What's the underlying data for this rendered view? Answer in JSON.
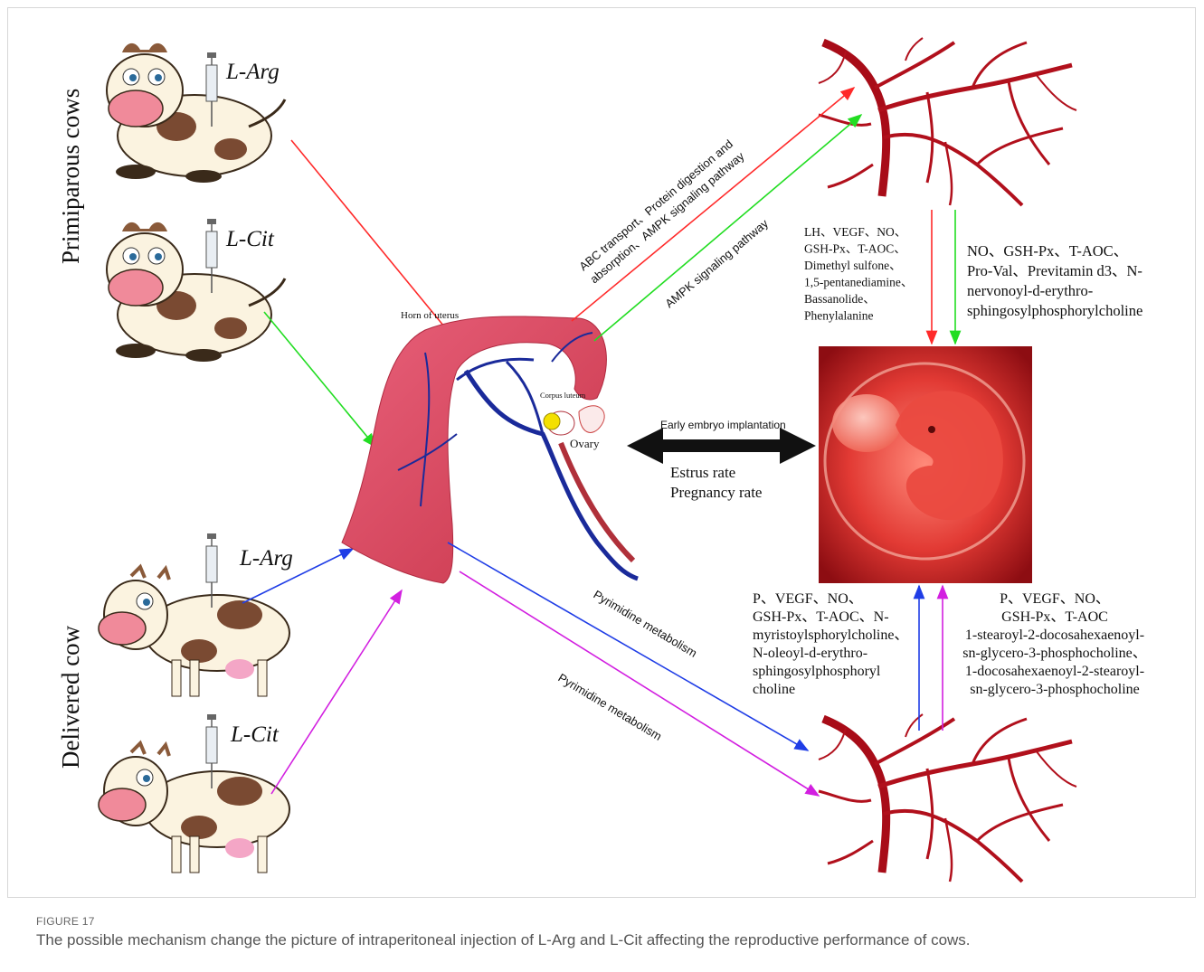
{
  "groups": {
    "primiparous": "Primiparous cows",
    "delivered": "Delivered cow"
  },
  "treatments": {
    "arg": "L-Arg",
    "cit": "L-Cit"
  },
  "uterus": {
    "horn_label": "Horn of uterus",
    "corpus_label": "Corpus luteum",
    "ovary_label": "Ovary"
  },
  "pathways": {
    "top_red_line1": "ABC transport、Protein digestion and",
    "top_red_line2": "absorption、AMPK signaling pathway",
    "top_green": "AMPK signaling pathway",
    "bottom_blue": "Pyrimidine metabolism",
    "bottom_magenta": "Pyrimidine metabolism"
  },
  "center": {
    "implantation": "Early embryo implantation",
    "estrus": "Estrus rate",
    "pregnancy": "Pregnancy rate"
  },
  "metabolites": {
    "top_red": [
      "LH、VEGF、NO、",
      "GSH-Px、T-AOC、",
      "Dimethyl sulfone、",
      "1,5-pentanediamine、",
      "Bassanolide、",
      "Phenylalanine"
    ],
    "top_green": [
      "NO、GSH-Px、T-AOC、",
      "Pro-Val、Previtamin d3、N-",
      "nervonoyl-d-erythro-",
      "sphingosylphosphorylcholine"
    ],
    "bottom_blue": [
      "P、VEGF、NO、",
      "GSH-Px、T-AOC、N-",
      "myristoylsphorylcholine、",
      "N-oleoyl-d-erythro-",
      "sphingosylphosphoryl",
      "choline"
    ],
    "bottom_magenta": [
      "P、VEGF、NO、",
      "GSH-Px、T-AOC",
      "1-stearoyl-2-docosahexaenoyl-",
      "sn-glycero-3-phosphocholine、",
      "1-docosahexaenoyl-2-stearoyl-",
      "sn-glycero-3-phosphocholine"
    ]
  },
  "caption": {
    "label": "FIGURE 17",
    "text": "The possible mechanism change the picture of intraperitoneal injection of L-Arg and L-Cit affecting the reproductive performance of cows."
  },
  "colors": {
    "arg_primiparous": "#ff2a2a",
    "cit_primiparous": "#22dd22",
    "arg_delivered": "#1f3de6",
    "cit_delivered": "#d21fe0",
    "uterus": "#d94a5e",
    "vessel": "#b1101c",
    "embryo_bg": "#b31c1c"
  }
}
